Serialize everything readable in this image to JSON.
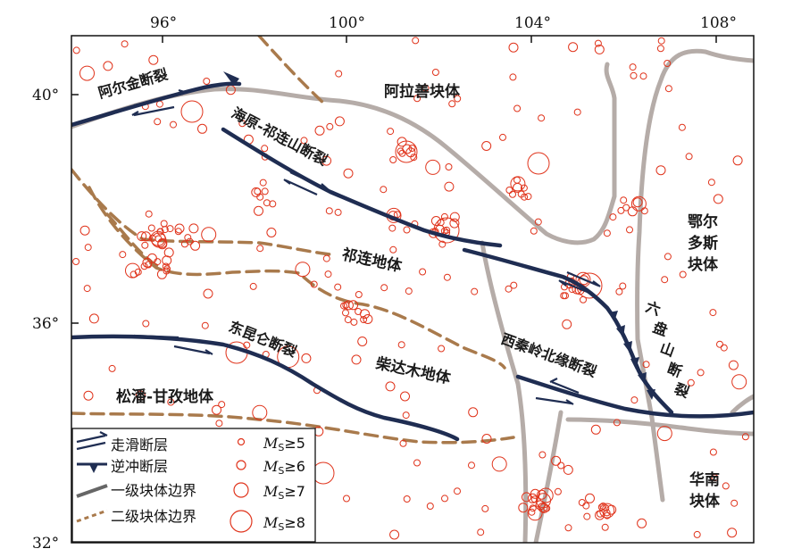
{
  "map": {
    "longitude_ticks": [
      "96°",
      "100°",
      "104°",
      "108°"
    ],
    "latitude_ticks": [
      "40°",
      "36°",
      "32°"
    ],
    "block_labels": {
      "alashan": "阿拉善块体",
      "qilian": "祁连地体",
      "qaidam": "柴达木地体",
      "songpan": "松潘-甘孜地体",
      "ordos_line1": "鄂尔",
      "ordos_line2": "多斯",
      "ordos_line3": "块体",
      "south_china_line1": "华南",
      "south_china_line2": "块体"
    },
    "fault_labels": {
      "altyn": "阿尔金断裂",
      "haiyuan": "海原-祁连山断裂",
      "kunlun": "东昆仑断裂",
      "west_qinling": "西秦岭北缘断裂",
      "liupanshan": [
        "六",
        "盘",
        "山",
        "断",
        "裂"
      ]
    },
    "colors": {
      "primary_boundary": "#b5aca8",
      "secondary_boundary": "#a97a4c",
      "fault": "#1f2d52",
      "epicenter": "#e0341c"
    }
  },
  "legend": {
    "strike_slip": "走滑断层",
    "thrust": "逆冲断层",
    "primary_boundary": "一级块体边界",
    "secondary_boundary": "二级块体边界",
    "ms5_sub": "S",
    "ms5_op": "≥5",
    "ms6_sub": "S",
    "ms6_op": "≥6",
    "ms7_sub": "S",
    "ms7_op": "≥7",
    "ms8_sub": "S",
    "ms8_op": "≥8",
    "magnitude_symbol": "M"
  }
}
